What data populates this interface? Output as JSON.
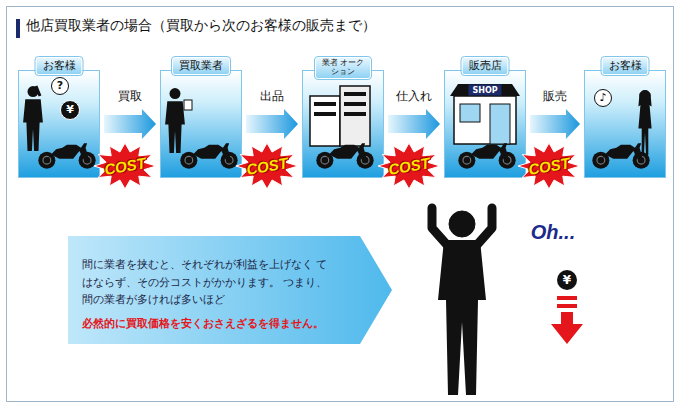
{
  "diagram": {
    "title": "他店買取業者の場合（買取から次のお客様の販売まで）",
    "nodes": [
      {
        "text": [
          "お客様"
        ]
      },
      {
        "text": [
          "買取業者"
        ]
      },
      {
        "text": [
          "業者 オークション"
        ]
      },
      {
        "text": [
          "販売店"
        ]
      },
      {
        "text": [
          "お客様"
        ]
      },
      {
        "text": [
          "間に業者を挟むと、それぞれが利益を上げなく てはならず、その分コストがかかります。 つまり、間の業者が多ければ多いほど",
          "必然的に買取価格を安くおさえざるを得ません。"
        ]
      }
    ],
    "edges": [
      {
        "from": 0,
        "to": 1,
        "label": "買取",
        "arrow": "to"
      },
      {
        "from": 1,
        "to": 2,
        "label": "出品",
        "arrow": "to"
      },
      {
        "from": 2,
        "to": 3,
        "label": "仕入れ",
        "arrow": "to"
      },
      {
        "from": 3,
        "to": 4,
        "label": "販売",
        "arrow": "to"
      }
    ],
    "labels": [
      "?",
      "¥",
      "SHOP",
      "♪",
      "COST",
      "COST",
      "COST",
      "COST",
      "Oh...",
      "¥"
    ]
  }
}
